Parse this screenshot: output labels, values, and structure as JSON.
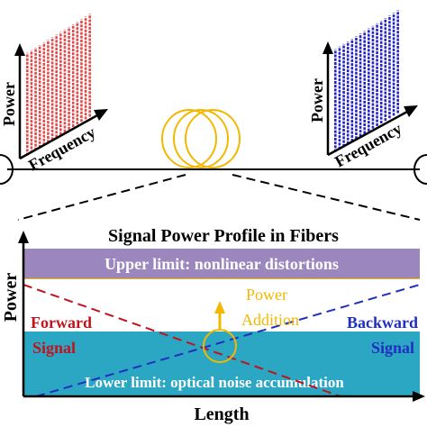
{
  "spectra": {
    "left": {
      "y_label": "Power",
      "x_label": "Frequency",
      "color": "#e24a4a",
      "line_count": 16
    },
    "right": {
      "y_label": "Power",
      "x_label": "Frequency",
      "color": "#2323c8",
      "line_count": 16
    }
  },
  "coil_color": "#f2b800",
  "profile": {
    "title": "Signal Power Profile in Fibers",
    "y_label": "Power",
    "x_label": "Length",
    "upper_band": {
      "text": "Upper limit: nonlinear distortions",
      "color": "#9b87bd",
      "text_color": "#ffffff"
    },
    "lower_band": {
      "text": "Lower limit: optical noise accumulation",
      "color": "#2ba7c4",
      "text_color": "#ffffff"
    },
    "power_addition": {
      "line1": "Power",
      "line2": "Addition",
      "color": "#f2b800"
    },
    "forward": {
      "line1": "Forward",
      "line2": "Signal",
      "color": "#c0131c"
    },
    "backward": {
      "line1": "Backward",
      "line2": "Signal",
      "color": "#1f2fbf"
    }
  }
}
